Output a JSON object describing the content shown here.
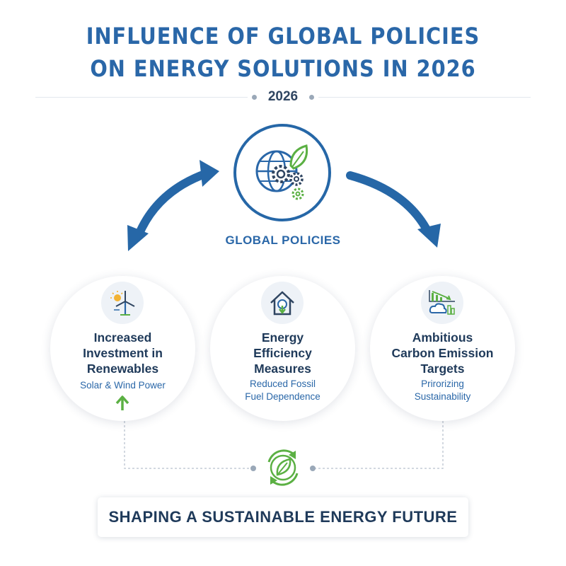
{
  "title": {
    "line1": "INFLUENCE OF GLOBAL POLICIES",
    "line2": "ON ENERGY SOLUTIONS IN 2026"
  },
  "year": "2026",
  "center": {
    "label": "GLOBAL POLICIES",
    "icon": "globe-gears-leaf-icon"
  },
  "cards": [
    {
      "icon": "wind-turbine-sun-icon",
      "title_lines": [
        "Increased",
        "Investment in",
        "Renewables"
      ],
      "sub_lines": [
        "Solar & Wind Power"
      ],
      "indicator": "up-arrow-icon"
    },
    {
      "icon": "house-down-arrow-icon",
      "title_lines": [
        "Energy",
        "Efficiency",
        "Measures"
      ],
      "sub_lines": [
        "Reduced Fossil",
        "Fuel Dependence"
      ]
    },
    {
      "icon": "cloud-factory-downtrend-icon",
      "title_lines": [
        "Ambitious",
        "Carbon Emission",
        "Targets"
      ],
      "sub_lines": [
        "Prirorizing",
        "Sustainability"
      ]
    }
  ],
  "footer": {
    "icon": "recycle-leaf-icon",
    "text": "SHAPING A SUSTAINABLE ENERGY FUTURE"
  },
  "colors": {
    "primary_blue": "#2a67a8",
    "dark_navy": "#1f3a5a",
    "green": "#5bb043"
  }
}
